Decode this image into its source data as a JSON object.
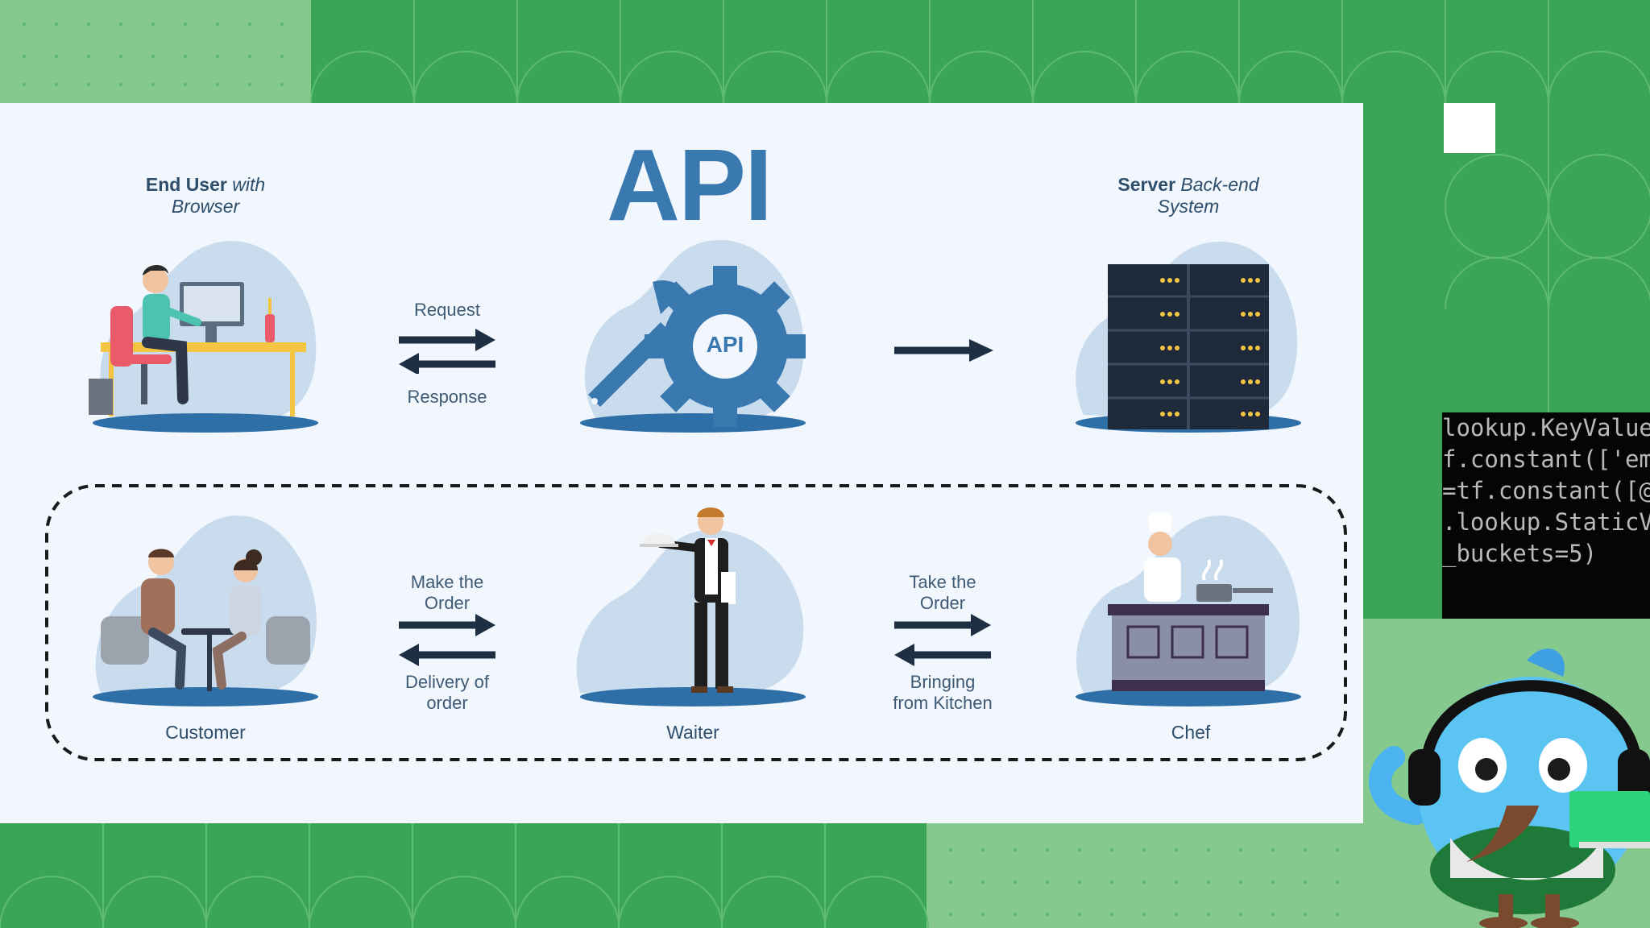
{
  "title": "API",
  "top_row": {
    "end_user": {
      "line1": "End User",
      "line1_italic": "with",
      "line2": "Browser"
    },
    "server": {
      "line1": "Server",
      "line1_italic": "Back-end",
      "line2": "System"
    },
    "request": "Request",
    "response": "Response",
    "gear_label": "API"
  },
  "bottom_row": {
    "customer": "Customer",
    "waiter": "Waiter",
    "chef": "Chef",
    "make_order": [
      "Make the",
      "Order"
    ],
    "delivery": [
      "Delivery of",
      "order"
    ],
    "take_order": [
      "Take the",
      "Order"
    ],
    "bringing": [
      "Bringing",
      "from Kitchen"
    ]
  },
  "code_lines": [
    "lookup.KeyValue",
    "f.constant(['em",
    "=tf.constant([@",
    ".lookup.StaticV",
    "",
    "_buckets=5)"
  ],
  "colors": {
    "green": "#3aa655",
    "light_green": "#8ccc96",
    "slide_bg": "#f1f7fd",
    "blue": "#3a78b0",
    "navy": "#1e2f44"
  },
  "icons": [
    "user-at-computer-icon",
    "gear-wrench-icon",
    "server-rack-icon",
    "customers-icon",
    "waiter-icon",
    "chef-icon",
    "mascot-icon"
  ]
}
